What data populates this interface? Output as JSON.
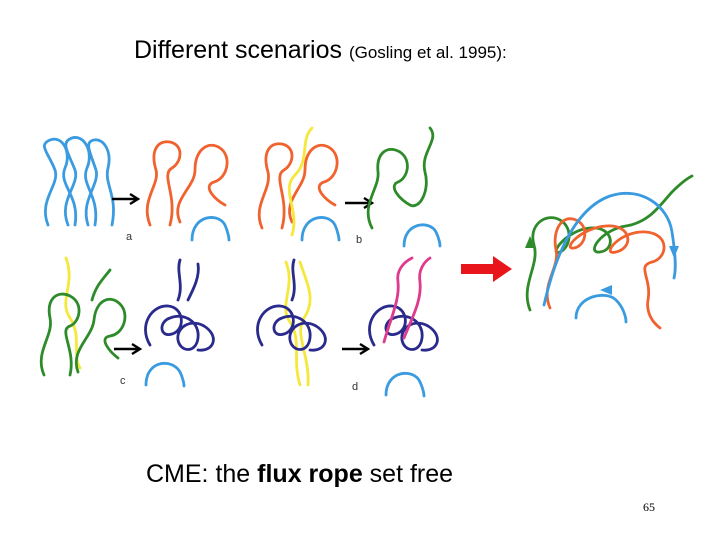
{
  "slide": {
    "title_main": "Different scenarios",
    "title_ref": "(Gosling et al. 1995):",
    "caption_prefix": "CME: the ",
    "caption_bold": "flux rope",
    "caption_suffix": " set free",
    "page_number": "65"
  },
  "figure": {
    "panel_labels": [
      "a",
      "b",
      "c",
      "d"
    ]
  },
  "colors": {
    "blue": "#3a9be0",
    "orange": "#f0622e",
    "green": "#2e8b2a",
    "yellow": "#f5e83a",
    "navy": "#2a2a8c",
    "magenta": "#e03a8c",
    "arrow_red": "#e8161a"
  }
}
